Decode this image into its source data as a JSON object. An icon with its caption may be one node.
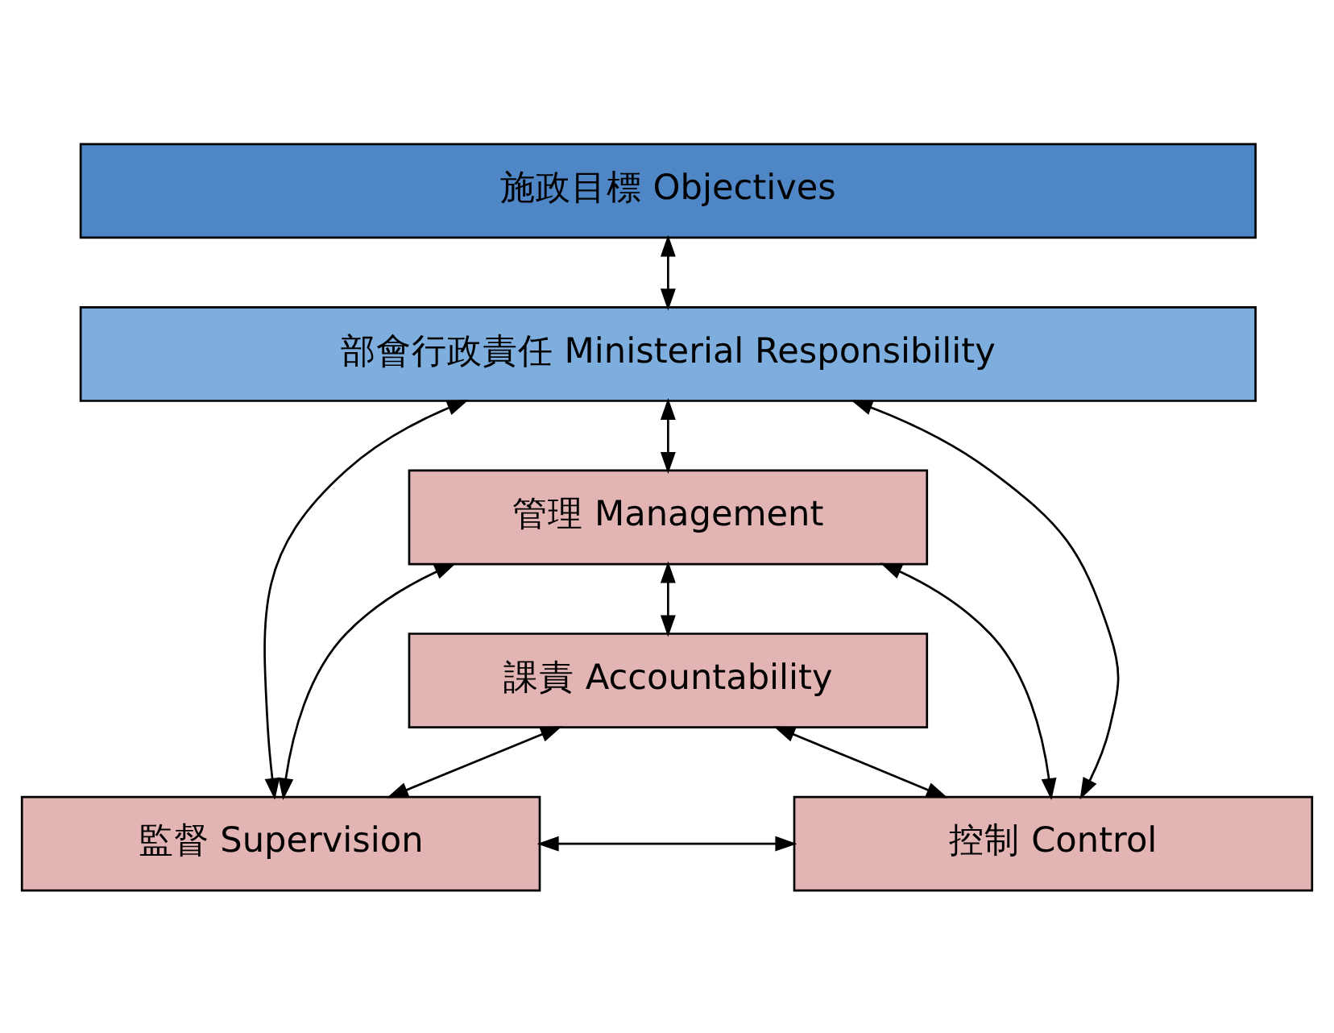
{
  "diagram": {
    "nodes": [
      {
        "text": [
          "施政目標 Objectives"
        ]
      },
      {
        "text": [
          "部會行政責任 Ministerial Responsibility"
        ]
      },
      {
        "text": [
          "管理 Management"
        ]
      },
      {
        "text": [
          "課責 Accountability"
        ]
      },
      {
        "text": [
          "監督 Supervision"
        ]
      },
      {
        "text": [
          "控制 Control"
        ]
      }
    ],
    "edges": [
      {
        "from": 0,
        "to": 1,
        "arrow": "both"
      },
      {
        "from": 1,
        "to": 2,
        "arrow": "both"
      },
      {
        "from": 1,
        "to": 4,
        "arrow": "both"
      },
      {
        "from": 1,
        "to": 5,
        "arrow": "both"
      },
      {
        "from": 2,
        "to": 3,
        "arrow": "both"
      },
      {
        "from": 2,
        "to": 4,
        "arrow": "both"
      },
      {
        "from": 2,
        "to": 5,
        "arrow": "both"
      },
      {
        "from": 3,
        "to": 4,
        "arrow": "both"
      },
      {
        "from": 3,
        "to": 5,
        "arrow": "both"
      },
      {
        "from": 4,
        "to": 5,
        "arrow": "both"
      }
    ]
  }
}
